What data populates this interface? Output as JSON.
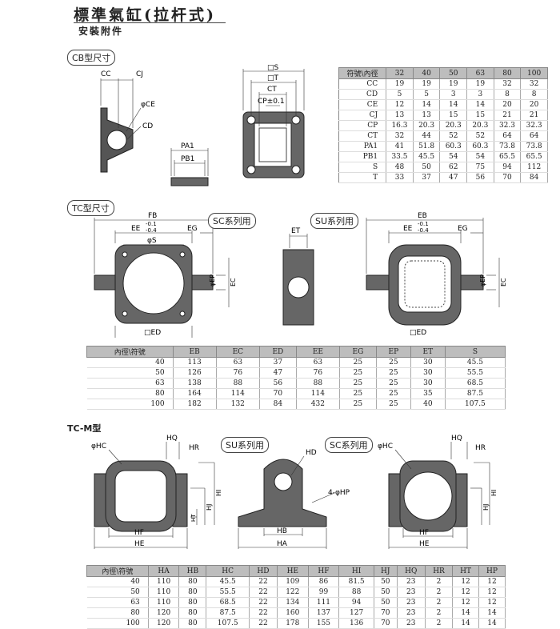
{
  "header": {
    "title": "標準氣缸(拉杆式)",
    "subtitle": "安裝附件"
  },
  "cb": {
    "label": "CB型尺寸",
    "dims": {
      "cc": "CC",
      "cj": "CJ",
      "phi_ce": "φCE",
      "cd": "CD",
      "pa1": "PA1",
      "pb1": "PB1",
      "s": "□S",
      "t": "□T",
      "ct": "CT",
      "cp": "CP±0.1"
    },
    "table": {
      "corner": "符號\\內徑",
      "columns": [
        "32",
        "40",
        "50",
        "63",
        "80",
        "100"
      ],
      "rows": [
        {
          "label": "CC",
          "values": [
            "19",
            "19",
            "19",
            "19",
            "32",
            "32"
          ]
        },
        {
          "label": "CD",
          "values": [
            "5",
            "5",
            "3",
            "3",
            "8",
            "8"
          ]
        },
        {
          "label": "CE",
          "values": [
            "12",
            "14",
            "14",
            "14",
            "20",
            "20"
          ]
        },
        {
          "label": "CJ",
          "values": [
            "13",
            "13",
            "15",
            "15",
            "21",
            "21"
          ]
        },
        {
          "label": "CP",
          "values": [
            "16.3",
            "20.3",
            "20.3",
            "20.3",
            "32.3",
            "32.3"
          ]
        },
        {
          "label": "CT",
          "values": [
            "32",
            "44",
            "52",
            "52",
            "64",
            "64"
          ]
        },
        {
          "label": "PA1",
          "values": [
            "41",
            "51.8",
            "60.3",
            "60.3",
            "73.8",
            "73.8"
          ]
        },
        {
          "label": "PB1",
          "values": [
            "33.5",
            "45.5",
            "54",
            "54",
            "65.5",
            "65.5"
          ]
        },
        {
          "label": "S",
          "values": [
            "48",
            "50",
            "62",
            "75",
            "94",
            "112"
          ]
        },
        {
          "label": "T",
          "values": [
            "33",
            "37",
            "47",
            "56",
            "70",
            "84"
          ]
        }
      ]
    }
  },
  "tc": {
    "label": "TC型尺寸",
    "sc_label": "SC系列用",
    "su_label": "SU系列用",
    "dims": {
      "fb": "FB",
      "ee": "EE",
      "tol_upper": "-0.1",
      "tol_lower": "-0.4",
      "eg": "EG",
      "phi_s": "φS",
      "phi_ep": "φEP",
      "ec": "EC",
      "ed": "□ED",
      "et": "ET",
      "eb": "EB"
    },
    "table": {
      "corner": "內徑\\符號",
      "columns": [
        "EB",
        "EC",
        "ED",
        "EE",
        "EG",
        "EP",
        "ET",
        "S"
      ],
      "rows": [
        {
          "label": "40",
          "values": [
            "113",
            "63",
            "37",
            "63",
            "25",
            "25",
            "30",
            "45.5"
          ]
        },
        {
          "label": "50",
          "values": [
            "126",
            "76",
            "47",
            "76",
            "25",
            "25",
            "30",
            "55.5"
          ]
        },
        {
          "label": "63",
          "values": [
            "138",
            "88",
            "56",
            "88",
            "25",
            "25",
            "30",
            "68.5"
          ]
        },
        {
          "label": "80",
          "values": [
            "164",
            "114",
            "70",
            "114",
            "25",
            "25",
            "35",
            "87.5"
          ]
        },
        {
          "label": "100",
          "values": [
            "182",
            "132",
            "84",
            "432",
            "25",
            "25",
            "40",
            "107.5"
          ]
        }
      ]
    }
  },
  "tcm": {
    "label": "TC-M型",
    "su_label": "SU系列用",
    "sc_label": "SC系列用",
    "dims": {
      "phi_hc": "φHC",
      "hq": "HQ",
      "hr": "HR",
      "hi": "HI",
      "hj": "HJ",
      "ht": "HT",
      "hf": "HF",
      "he": "HE",
      "hd": "HD",
      "hp": "4-φHP",
      "hb": "HB",
      "ha": "HA"
    },
    "table": {
      "corner": "內徑\\符號",
      "columns": [
        "HA",
        "HB",
        "HC",
        "HD",
        "HE",
        "HF",
        "HI",
        "HJ",
        "HQ",
        "HR",
        "HT",
        "HP"
      ],
      "rows": [
        {
          "label": "40",
          "values": [
            "110",
            "80",
            "45.5",
            "22",
            "109",
            "86",
            "81.5",
            "50",
            "23",
            "2",
            "12",
            "12"
          ]
        },
        {
          "label": "50",
          "values": [
            "110",
            "80",
            "55.5",
            "22",
            "122",
            "99",
            "88",
            "50",
            "23",
            "2",
            "12",
            "12"
          ]
        },
        {
          "label": "63",
          "values": [
            "110",
            "80",
            "68.5",
            "22",
            "134",
            "111",
            "94",
            "50",
            "23",
            "2",
            "12",
            "12"
          ]
        },
        {
          "label": "80",
          "values": [
            "120",
            "80",
            "87.5",
            "22",
            "160",
            "137",
            "127",
            "70",
            "23",
            "2",
            "14",
            "14"
          ]
        },
        {
          "label": "100",
          "values": [
            "120",
            "80",
            "107.5",
            "22",
            "178",
            "155",
            "136",
            "70",
            "23",
            "2",
            "14",
            "14"
          ]
        }
      ]
    }
  }
}
